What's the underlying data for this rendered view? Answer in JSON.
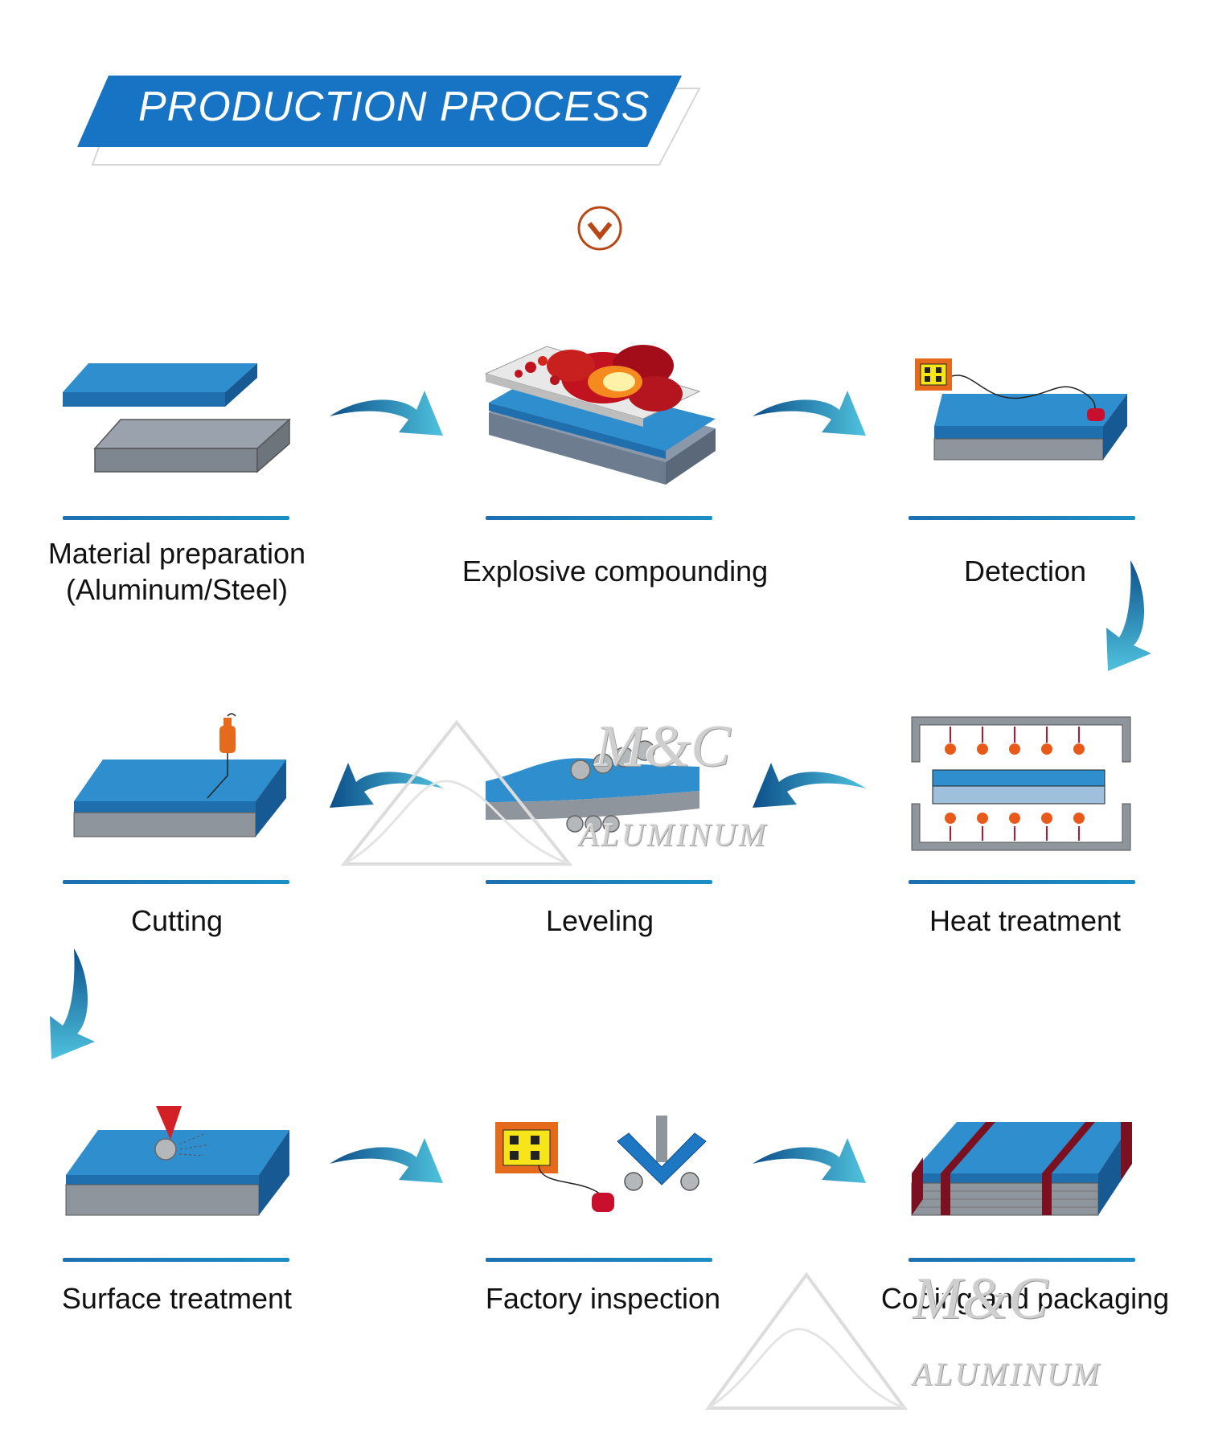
{
  "header": {
    "title": "PRODUCTION PROCESS"
  },
  "colors": {
    "brand_blue": "#1773c4",
    "sheet_blue": "#2f8fce",
    "steel_gray": "#8f959c",
    "accent_orange": "#b84716",
    "arrow_blue": "#1d77b5"
  },
  "icons": {
    "scroll_down": "chevron-down-circle-icon",
    "flow_arrow": "curved-arrow-icon"
  },
  "steps": [
    {
      "label": "Material preparation",
      "sublabel": "(Aluminum/Steel)"
    },
    {
      "label": "Explosive compounding"
    },
    {
      "label": "Detection"
    },
    {
      "label": "Cutting"
    },
    {
      "label": "Leveling"
    },
    {
      "label": "Heat treatment"
    },
    {
      "label": "Surface treatment"
    },
    {
      "label": "Factory inspection"
    },
    {
      "label": "Coding and packaging"
    }
  ],
  "watermark": {
    "brand": "M&C",
    "sub": "ALUMINUM"
  }
}
